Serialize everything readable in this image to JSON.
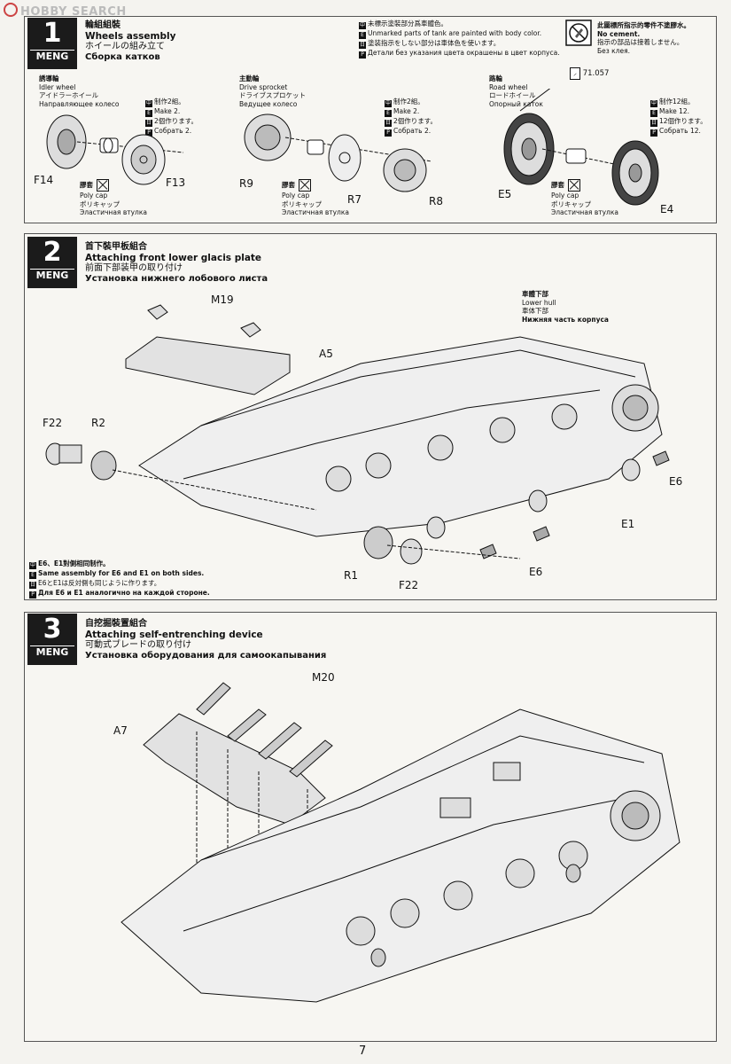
{
  "watermark": "HOBBY SEARCH",
  "page_number": "7",
  "step1": {
    "number": "1",
    "brand": "MENG",
    "title_zh": "輪組組裝",
    "title_en": "Wheels assembly",
    "title_ja": "ホイールの組み立て",
    "title_ru": "Сборка катков",
    "note_zh": "未標示塗裝部分爲車體色。",
    "note_en": "Unmarked parts of tank are painted with body color.",
    "note_ja": "塗装指示をしない部分は車体色を使います。",
    "note_ru": "Детали без указания цвета окрашены в цвет корпуса.",
    "nocement_zh": "此圖標所指示的零件不塗膠水。",
    "nocement_en": "No cement.",
    "nocement_ja": "指示の部品は接着しません。",
    "nocement_ru": "Без клея.",
    "idler": {
      "zh": "誘導輪",
      "en": "Idler wheel",
      "ja": "アイドラーホイール",
      "ru": "Направляющее колесо"
    },
    "idler_make": {
      "zh": "制作2組。",
      "en": "Make 2.",
      "ja": "2個作ります。",
      "ru": "Собрать 2."
    },
    "sprocket": {
      "zh": "主動輪",
      "en": "Drive sprocket",
      "ja": "ドライブスプロケット",
      "ru": "Ведущее колесо"
    },
    "sprocket_make": {
      "zh": "制作2組。",
      "en": "Make 2.",
      "ja": "2個作ります。",
      "ru": "Собрать 2."
    },
    "road": {
      "zh": "路輪",
      "en": "Road wheel",
      "ja": "ロードホイール",
      "ru": "Опорный каток"
    },
    "road_make": {
      "zh": "制作12組。",
      "en": "Make 12.",
      "ja": "12個作ります。",
      "ru": "Собрать 12."
    },
    "paint_code": "71.057",
    "polycap": {
      "zh": "膠套",
      "en": "Poly cap",
      "ja": "ポリキャップ",
      "ru": "Эластичная втулка"
    },
    "parts": [
      "F14",
      "F13",
      "R9",
      "R7",
      "R8",
      "E5",
      "E4"
    ]
  },
  "step2": {
    "number": "2",
    "brand": "MENG",
    "title_zh": "首下裝甲板組合",
    "title_en": "Attaching front lower glacis plate",
    "title_ja": "前面下部装甲の取り付け",
    "title_ru": "Установка нижнего лобового листа",
    "hull": {
      "zh": "車體下部",
      "en": "Lower hull",
      "ja": "車体下部",
      "ru": "Нижняя часть корпуса"
    },
    "note_zh": "E6、E1對側相同制作。",
    "note_en": "Same assembly for E6 and E1 on both sides.",
    "note_ja": "E6とE1は反対側も同じように作ります。",
    "note_ru": "Для E6 и E1 аналогично на каждой стороне.",
    "parts": [
      "M19",
      "A5",
      "F22",
      "R2",
      "E6",
      "E1",
      "R1",
      "F22",
      "E6"
    ]
  },
  "step3": {
    "number": "3",
    "brand": "MENG",
    "title_zh": "自挖掘裝置組合",
    "title_en": "Attaching self-entrenching device",
    "title_ja": "可動式ブレードの取り付け",
    "title_ru": "Установка оборудования для самоокапывания",
    "parts": [
      "M20",
      "A7"
    ]
  }
}
